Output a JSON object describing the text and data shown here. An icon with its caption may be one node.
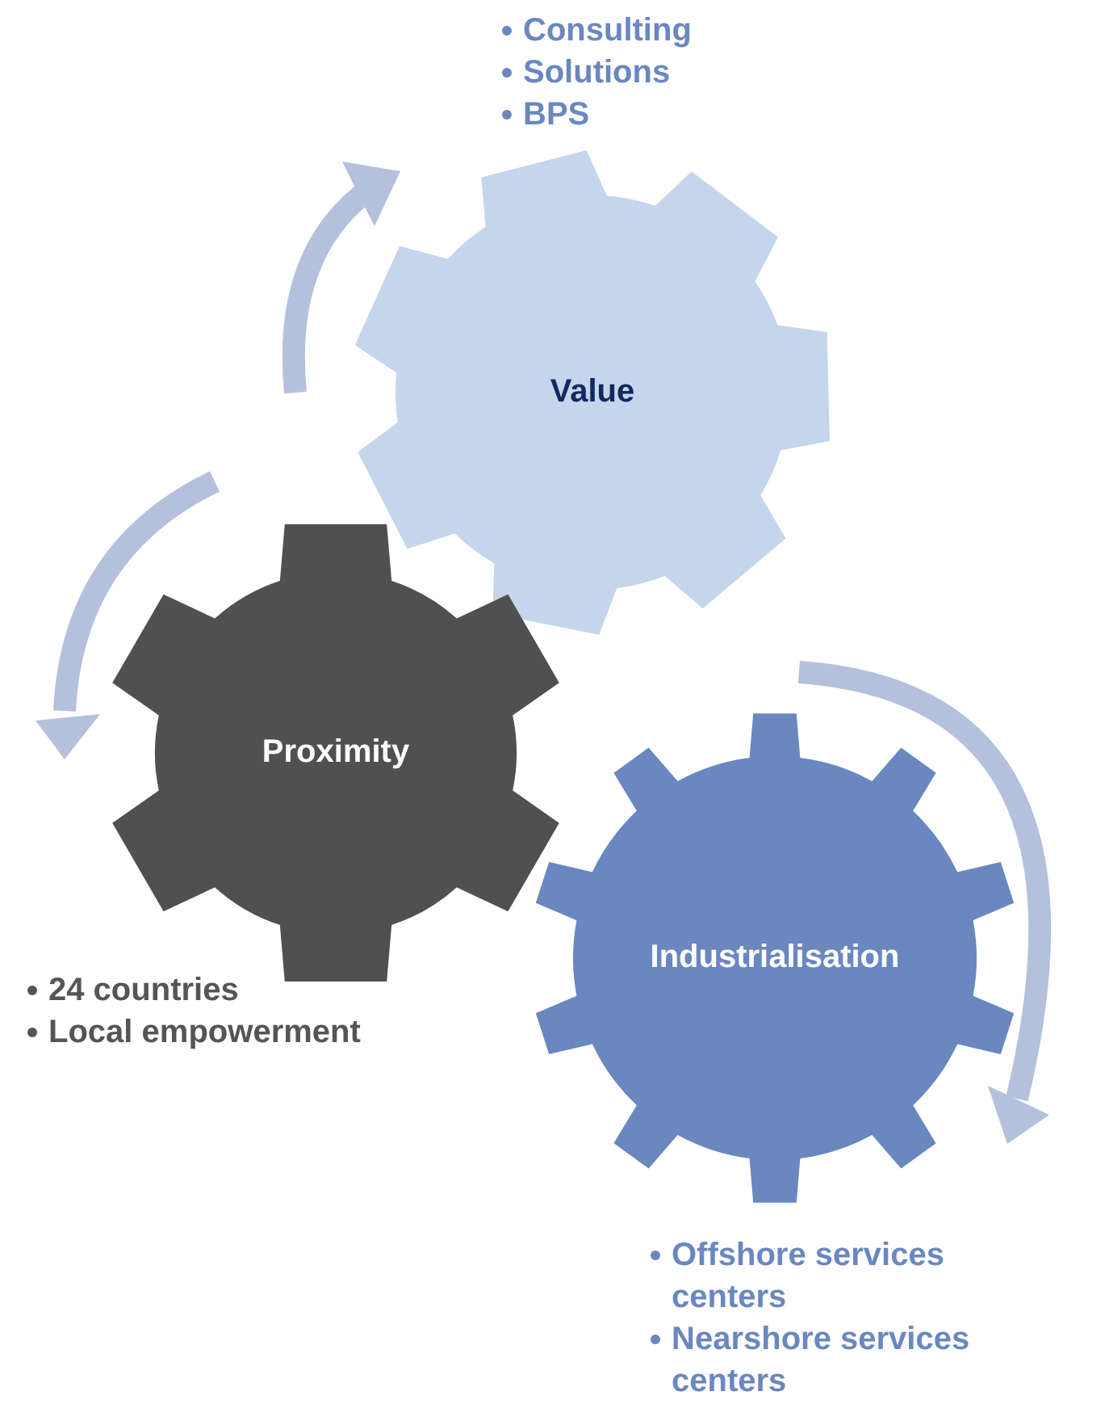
{
  "diagram": {
    "nodes": [
      {
        "text": [
          "Value"
        ],
        "beside": [
          "Consulting",
          "Solutions",
          "BPS"
        ]
      },
      {
        "text": [
          "Proximity"
        ],
        "beside": [
          "24 countries",
          "Local empowerment"
        ]
      },
      {
        "text": [
          "Industrialisation"
        ],
        "beside": [
          "Offshore services centers",
          "Nearshore services centers"
        ]
      }
    ],
    "edges": []
  }
}
